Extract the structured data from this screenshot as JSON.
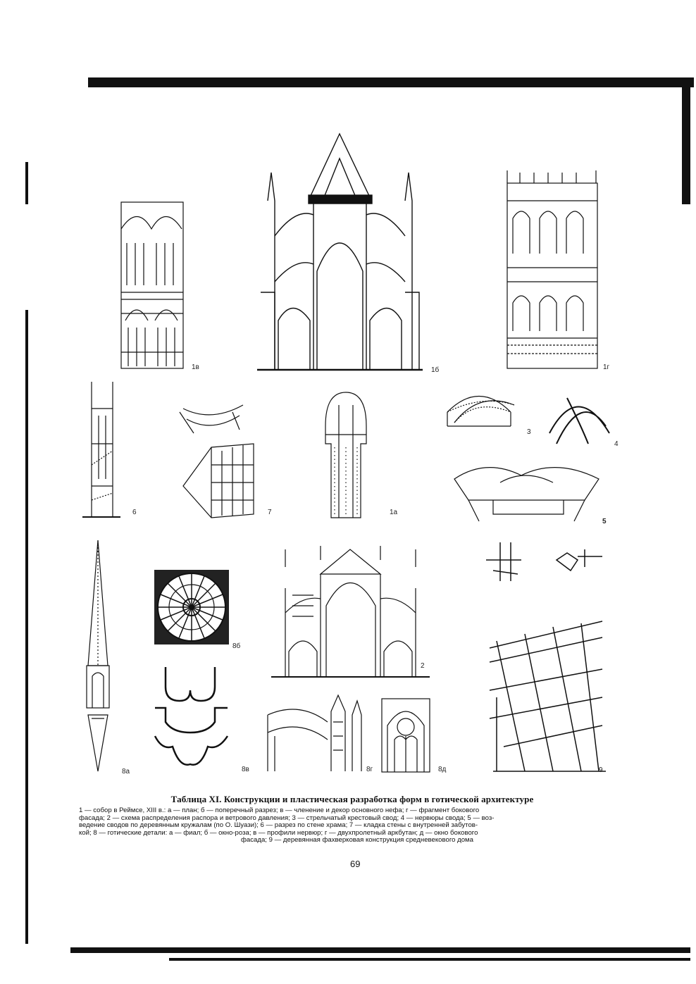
{
  "plate": {
    "title": "Таблица XI. Конструкции и пластическая разработка форм в готической архитектуре",
    "legend_lines": [
      "1 — собор в Реймсе, XIII в.: а — план; б — поперечный разрез; в — членение и декор основного нефа; г — фрагмент бокового",
      "фасада; 2 — схема распределения распора и ветрового давления; 3 — стрельчатый крестовый свод; 4 — нервюры свода; 5 — воз-",
      "ведение сводов по деревянным кружалам (по О. Шуази); 6 — разрез по стене храма; 7 — кладка стены с внутренней забутов-",
      "кой; 8 — готические детали: а — фиал; б — окно-роза; в — профили нервюр; г — двухпролетный аркбутан; д — окно бокового",
      "фасада; 9 — деревянная фахверковая конструкция средневекового дома"
    ],
    "page_number": "69"
  },
  "figures": {
    "f1v": "1в",
    "f1b": "1б",
    "f1g": "1г",
    "f6": "6",
    "f7": "7",
    "f1a": "1а",
    "f3": "3",
    "f4": "4",
    "f5": "5",
    "f8a": "8а",
    "f8b": "8б",
    "f2": "2",
    "f8v": "8в",
    "f8g": "8г",
    "f8d": "8д",
    "f9": "9"
  }
}
